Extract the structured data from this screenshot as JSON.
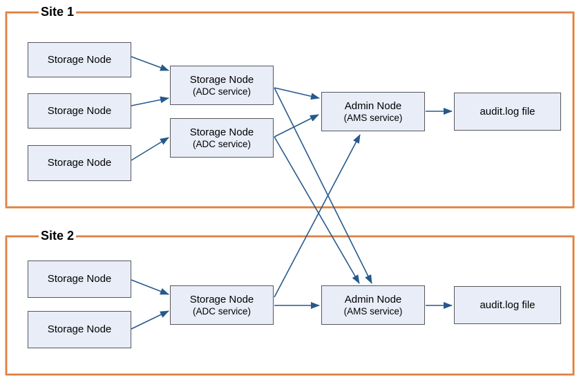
{
  "diagram": {
    "type": "architecture-diagram",
    "description_colors": {
      "site_border": "#df8045",
      "node_fill": "#e8edf8",
      "node_border": "#55565a",
      "arrow": "#26598c",
      "text": "#000000"
    }
  },
  "sites": [
    {
      "label": "Site 1",
      "nodes": {
        "sn1": {
          "label": "Storage Node"
        },
        "sn2": {
          "label": "Storage Node"
        },
        "sn3": {
          "label": "Storage Node"
        },
        "adc1": {
          "label": "Storage Node",
          "sublabel": "(ADC service)"
        },
        "adc2": {
          "label": "Storage Node",
          "sublabel": "(ADC service)"
        },
        "admin": {
          "label": "Admin Node",
          "sublabel": "(AMS service)"
        },
        "audit": {
          "label": "audit.log file"
        }
      }
    },
    {
      "label": "Site 2",
      "nodes": {
        "sn1": {
          "label": "Storage Node"
        },
        "sn2": {
          "label": "Storage Node"
        },
        "adc": {
          "label": "Storage Node",
          "sublabel": "(ADC service)"
        },
        "admin": {
          "label": "Admin Node",
          "sublabel": "(AMS service)"
        },
        "audit": {
          "label": "audit.log file"
        }
      }
    }
  ],
  "connections": [
    {
      "from": "site1.sn1",
      "to": "site1.adc1"
    },
    {
      "from": "site1.sn2",
      "to": "site1.adc1"
    },
    {
      "from": "site1.sn3",
      "to": "site1.adc2"
    },
    {
      "from": "site1.adc1",
      "to": "site1.admin"
    },
    {
      "from": "site1.adc2",
      "to": "site1.admin"
    },
    {
      "from": "site1.adc1",
      "to": "site2.admin"
    },
    {
      "from": "site1.adc2",
      "to": "site2.admin"
    },
    {
      "from": "site1.admin",
      "to": "site1.audit"
    },
    {
      "from": "site2.sn1",
      "to": "site2.adc"
    },
    {
      "from": "site2.sn2",
      "to": "site2.adc"
    },
    {
      "from": "site2.adc",
      "to": "site2.admin"
    },
    {
      "from": "site2.adc",
      "to": "site1.admin"
    },
    {
      "from": "site2.admin",
      "to": "site2.audit"
    }
  ]
}
